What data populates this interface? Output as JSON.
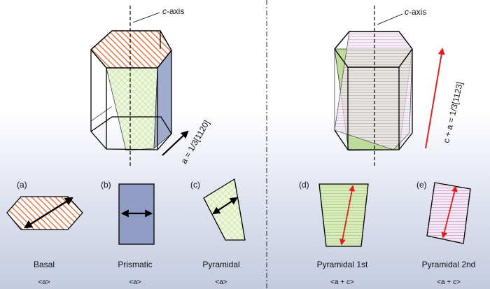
{
  "axis_label": {
    "italic": "c",
    "rest": "-axis"
  },
  "vectors": {
    "a": "a = 1/3[1120]",
    "c_plus_a": "c + a = 1/3[1123]"
  },
  "panels": [
    {
      "letter": "(a)",
      "name": "Basal",
      "slip": "<a>"
    },
    {
      "letter": "(b)",
      "name": "Prismatic",
      "slip": "<a>"
    },
    {
      "letter": "(c)",
      "name": "Pyramidal",
      "slip": "<a>"
    },
    {
      "letter": "(d)",
      "name": "Pyramidal 1st",
      "slip": "<a + c>"
    },
    {
      "letter": "(e)",
      "name": "Pyramidal 2nd",
      "slip": "<a + c>"
    }
  ],
  "colors": {
    "basal": "#e07848",
    "prismatic": "#8f9dc4",
    "pyramidal": "#cfe4a8",
    "pyramidal_1st": "#b8d890",
    "pyramidal_2nd": "#c49cc8",
    "red_arrow": "#e02020"
  }
}
